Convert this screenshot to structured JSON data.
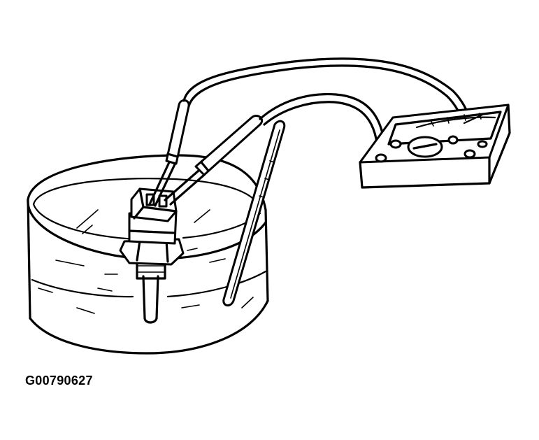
{
  "figure": {
    "id_label": "G00790627"
  },
  "components": {
    "bowl": "water-container",
    "sensor": "temperature-sensor",
    "thermometer": "thermometer",
    "meter": "ohmmeter",
    "leads": "test-leads"
  }
}
